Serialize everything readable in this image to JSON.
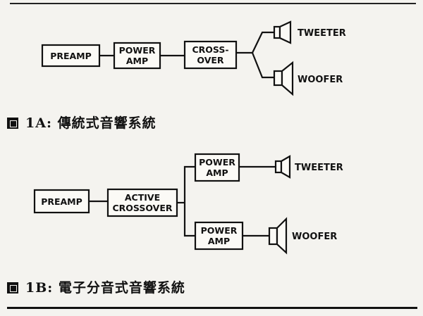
{
  "fig1a": {
    "caption": "1A: 傳統式音響系統",
    "boxes": {
      "preamp": [
        "PREAMP"
      ],
      "power_amp": [
        "POWER",
        "AMP"
      ],
      "crossover": [
        "CROSS-",
        "OVER"
      ]
    },
    "speakers": {
      "tweeter": "TWEETER",
      "woofer": "WOOFER"
    }
  },
  "fig1b": {
    "caption": "1B: 電子分音式音響系統",
    "boxes": {
      "preamp": [
        "PREAMP"
      ],
      "active_crossover": [
        "ACTIVE",
        "CROSSOVER"
      ],
      "power_amp_top": [
        "POWER",
        "AMP"
      ],
      "power_amp_bottom": [
        "POWER",
        "AMP"
      ]
    },
    "speakers": {
      "tweeter": "TWEETER",
      "woofer": "WOOFER"
    }
  }
}
